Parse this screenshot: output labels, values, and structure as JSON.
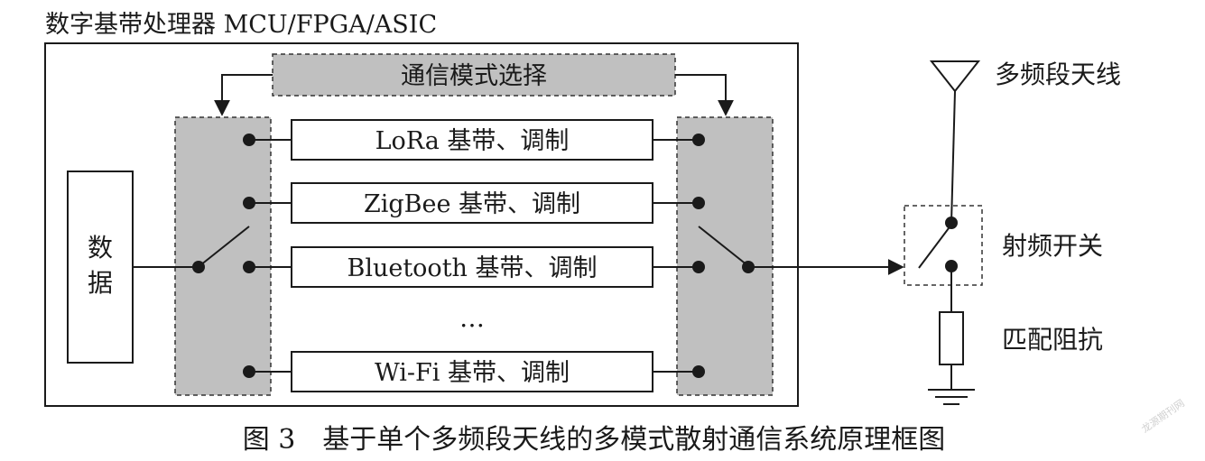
{
  "mcu_title": "数字基带处理器 MCU/FPGA/ASIC",
  "mode_select": "通信模式选择",
  "data_block": [
    "数",
    "据"
  ],
  "channels": [
    "LoRa 基带、调制",
    "ZigBee 基带、调制",
    "Bluetooth 基带、调制",
    "Wi-Fi 基带、调制"
  ],
  "ellipsis": "…",
  "antenna_label": "多频段天线",
  "rf_switch_label": "射频开关",
  "matching_label": "匹配阻抗",
  "caption": "图 3　基于单个多频段天线的多模式散射通信系统原理框图",
  "watermark": "龙源期刊网",
  "colors": {
    "selector_fill": "#c0c0c0",
    "line": "#1a1a1a"
  }
}
